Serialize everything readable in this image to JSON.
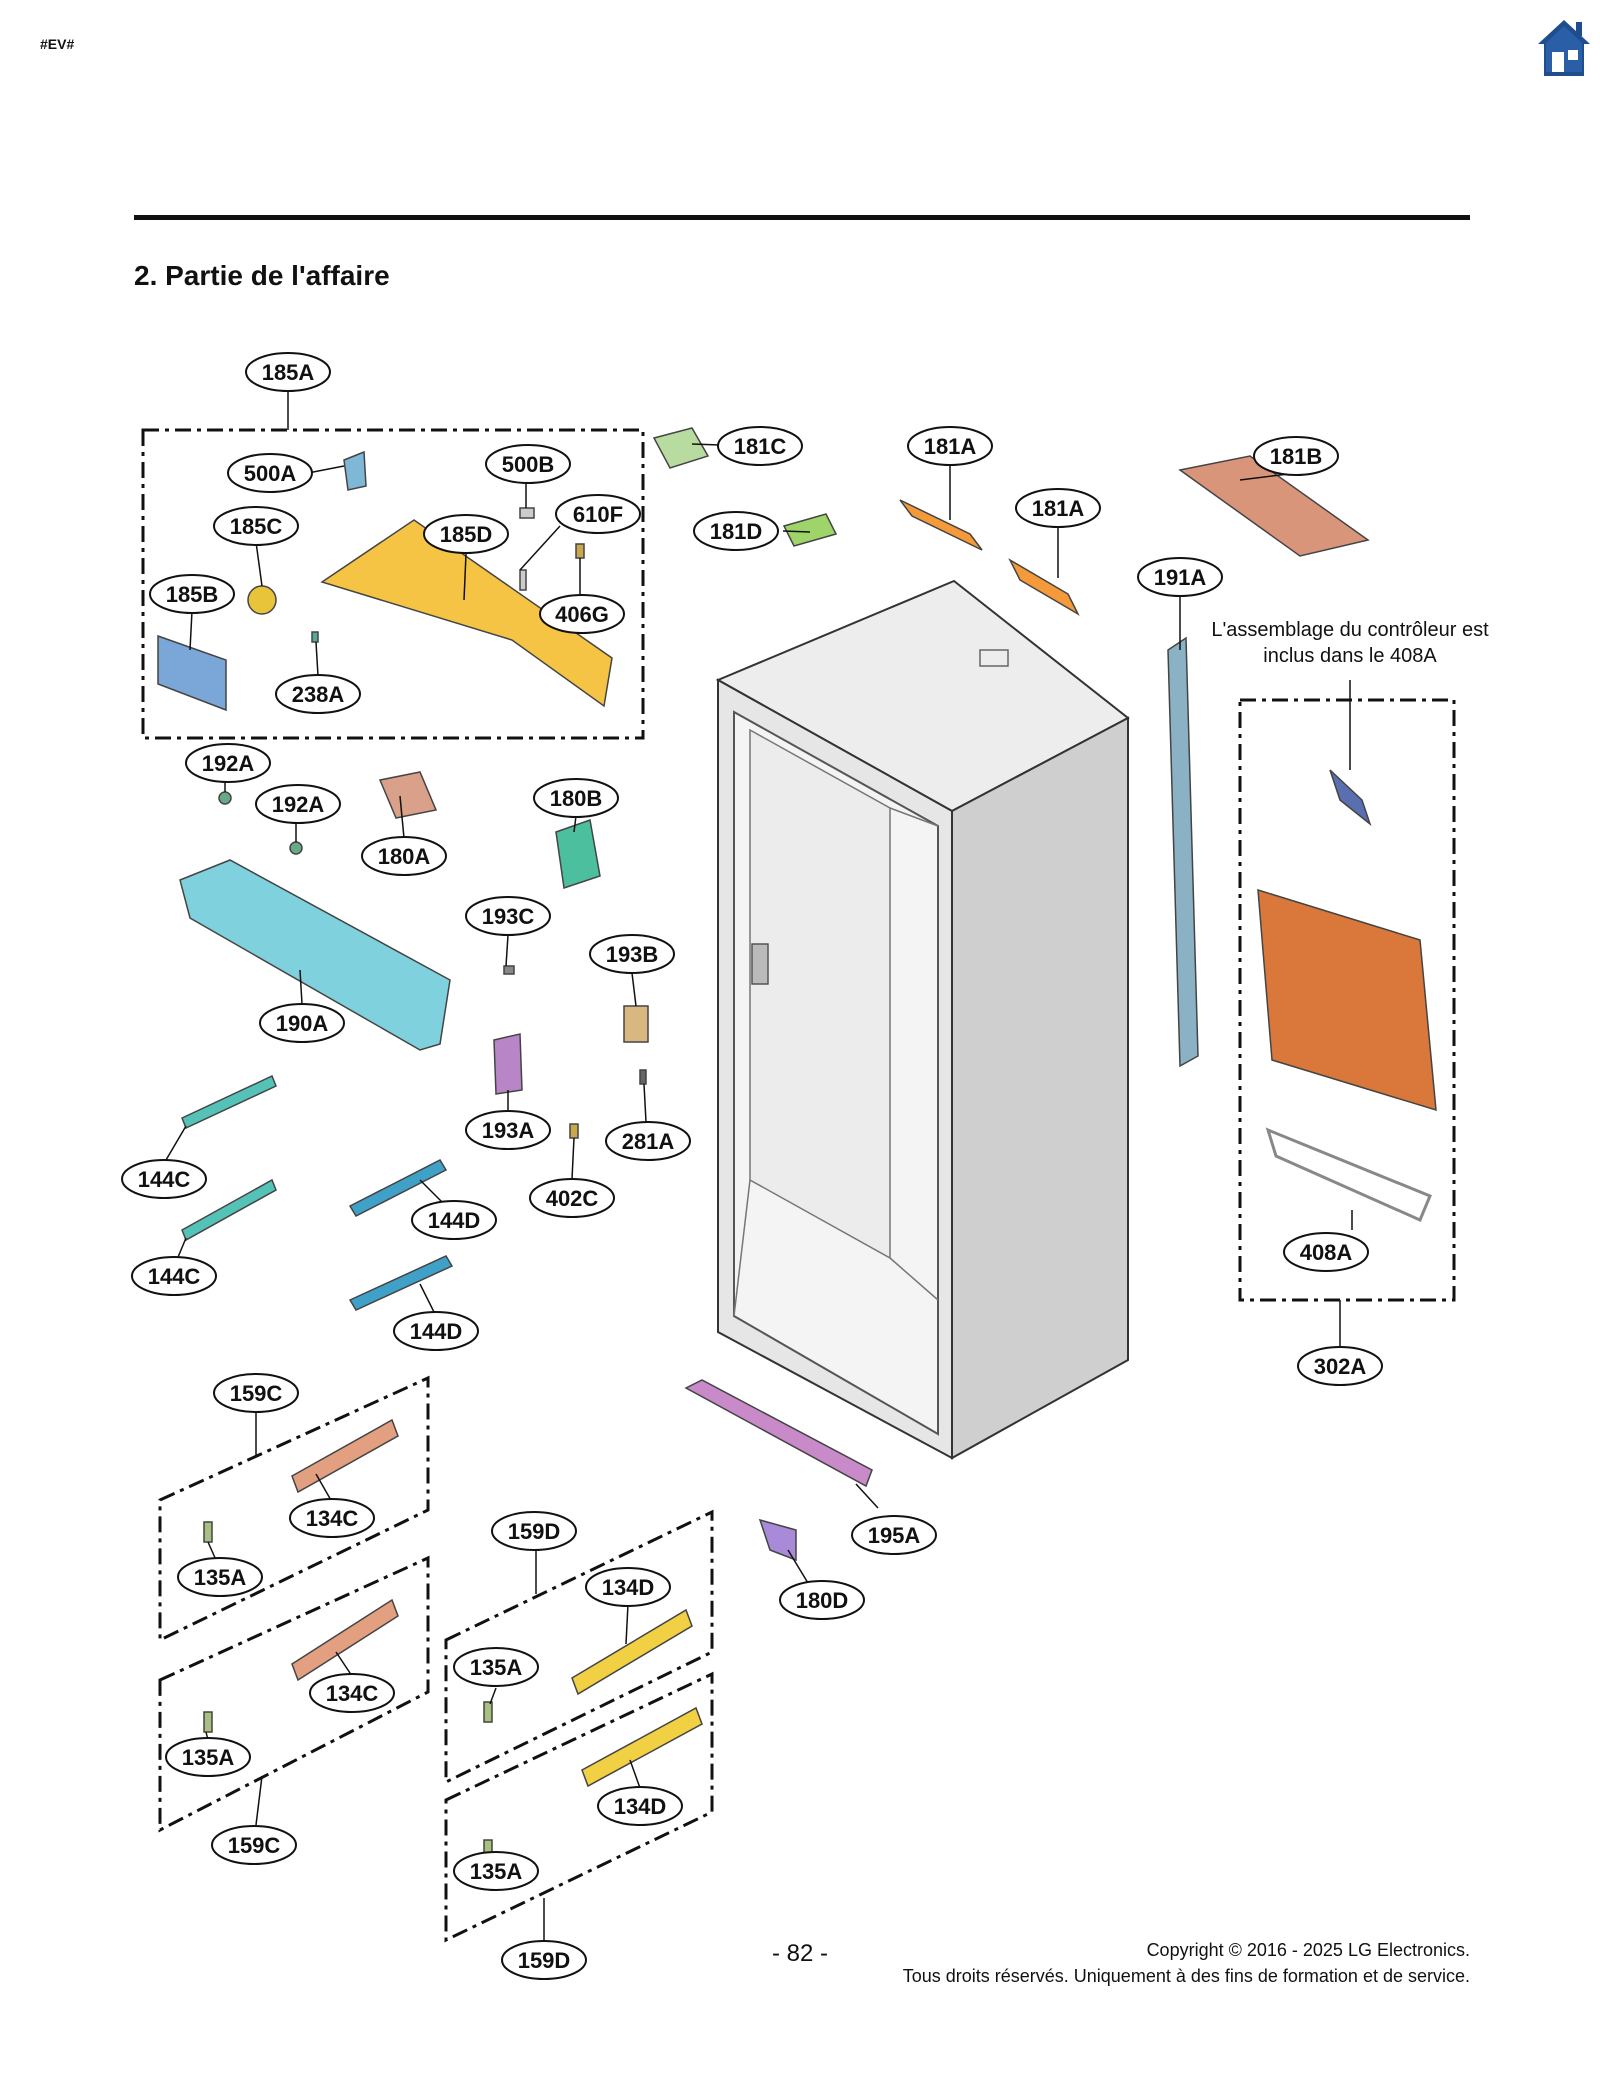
{
  "header": {
    "tag": "#EV#",
    "home_icon": "home-icon"
  },
  "section_title": "2. Partie de l'affaire",
  "note": "L'assemblage du contrôleur est inclus dans le 408A",
  "callouts": [
    "185A",
    "500A",
    "500B",
    "185C",
    "610F",
    "185D",
    "185B",
    "406G",
    "238A",
    "181C",
    "181A",
    "181B",
    "181D",
    "181A",
    "191A",
    "192A",
    "192A",
    "180B",
    "180A",
    "193C",
    "193B",
    "190A",
    "193A",
    "281A",
    "402C",
    "144C",
    "144D",
    "144C",
    "144D",
    "159C",
    "134C",
    "135A",
    "159D",
    "134D",
    "195A",
    "180D",
    "135A",
    "134C",
    "135A",
    "159C",
    "134D",
    "135A",
    "159D",
    "408A",
    "302A"
  ],
  "footer": {
    "page": "- 82 -",
    "copyright": "Copyright © 2016 - 2025 LG Electronics.",
    "rights": "Tous droits réservés. Uniquement à des fins de formation et de service."
  }
}
